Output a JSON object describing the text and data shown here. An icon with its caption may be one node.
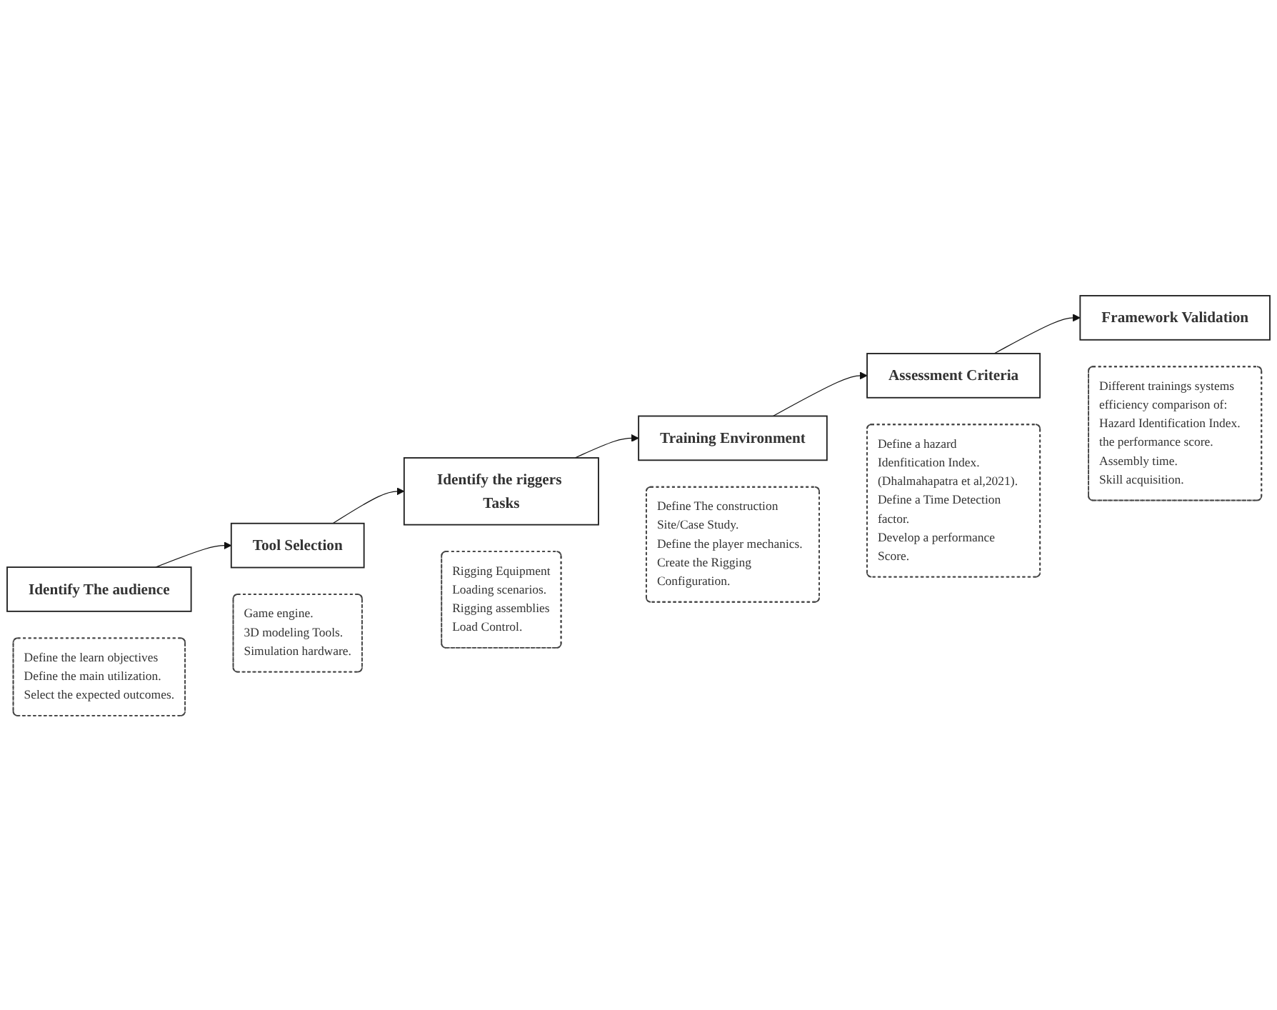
{
  "diagram": {
    "nodes": [
      {
        "text": [
          "Identify The audience"
        ]
      },
      {
        "text": [
          "Define the learn objectives",
          "Define the main utilization.",
          "Select the expected outcomes."
        ]
      },
      {
        "text": [
          "Tool Selection"
        ]
      },
      {
        "text": [
          "Game engine.",
          "3D modeling Tools.",
          "Simulation hardware."
        ]
      },
      {
        "text": [
          "Identify the riggers Tasks"
        ]
      },
      {
        "text": [
          "Rigging Equipment",
          "Loading scenarios.",
          "Rigging assemblies",
          "Load Control."
        ]
      },
      {
        "text": [
          "Framework Validation"
        ]
      },
      {
        "text": [
          "Different trainings systems efficiency comparison of:",
          "Hazard Identification Index.",
          "the performance score.",
          "Assembly time.",
          "Skill acquisition."
        ]
      },
      {
        "text": [
          "Assessment Criteria"
        ]
      },
      {
        "text": [
          "Define a hazard Idenfitication Index. (Dhalmahapatra et al,2021).",
          "Define a Time Detection factor.",
          "Develop a performance Score."
        ]
      },
      {
        "text": [
          "Training Environment"
        ]
      },
      {
        "text": [
          "Define The construction Site/Case Study.",
          "Define the player mechanics.",
          "Create the Rigging Configuration."
        ]
      }
    ],
    "edges": [
      {
        "from": 0,
        "to": 2,
        "arrow": "to"
      },
      {
        "from": 2,
        "to": 4,
        "arrow": "to"
      },
      {
        "from": 4,
        "to": 10,
        "arrow": "to"
      },
      {
        "from": 10,
        "to": 8,
        "arrow": "to"
      },
      {
        "from": 8,
        "to": 6,
        "arrow": "to"
      }
    ]
  }
}
